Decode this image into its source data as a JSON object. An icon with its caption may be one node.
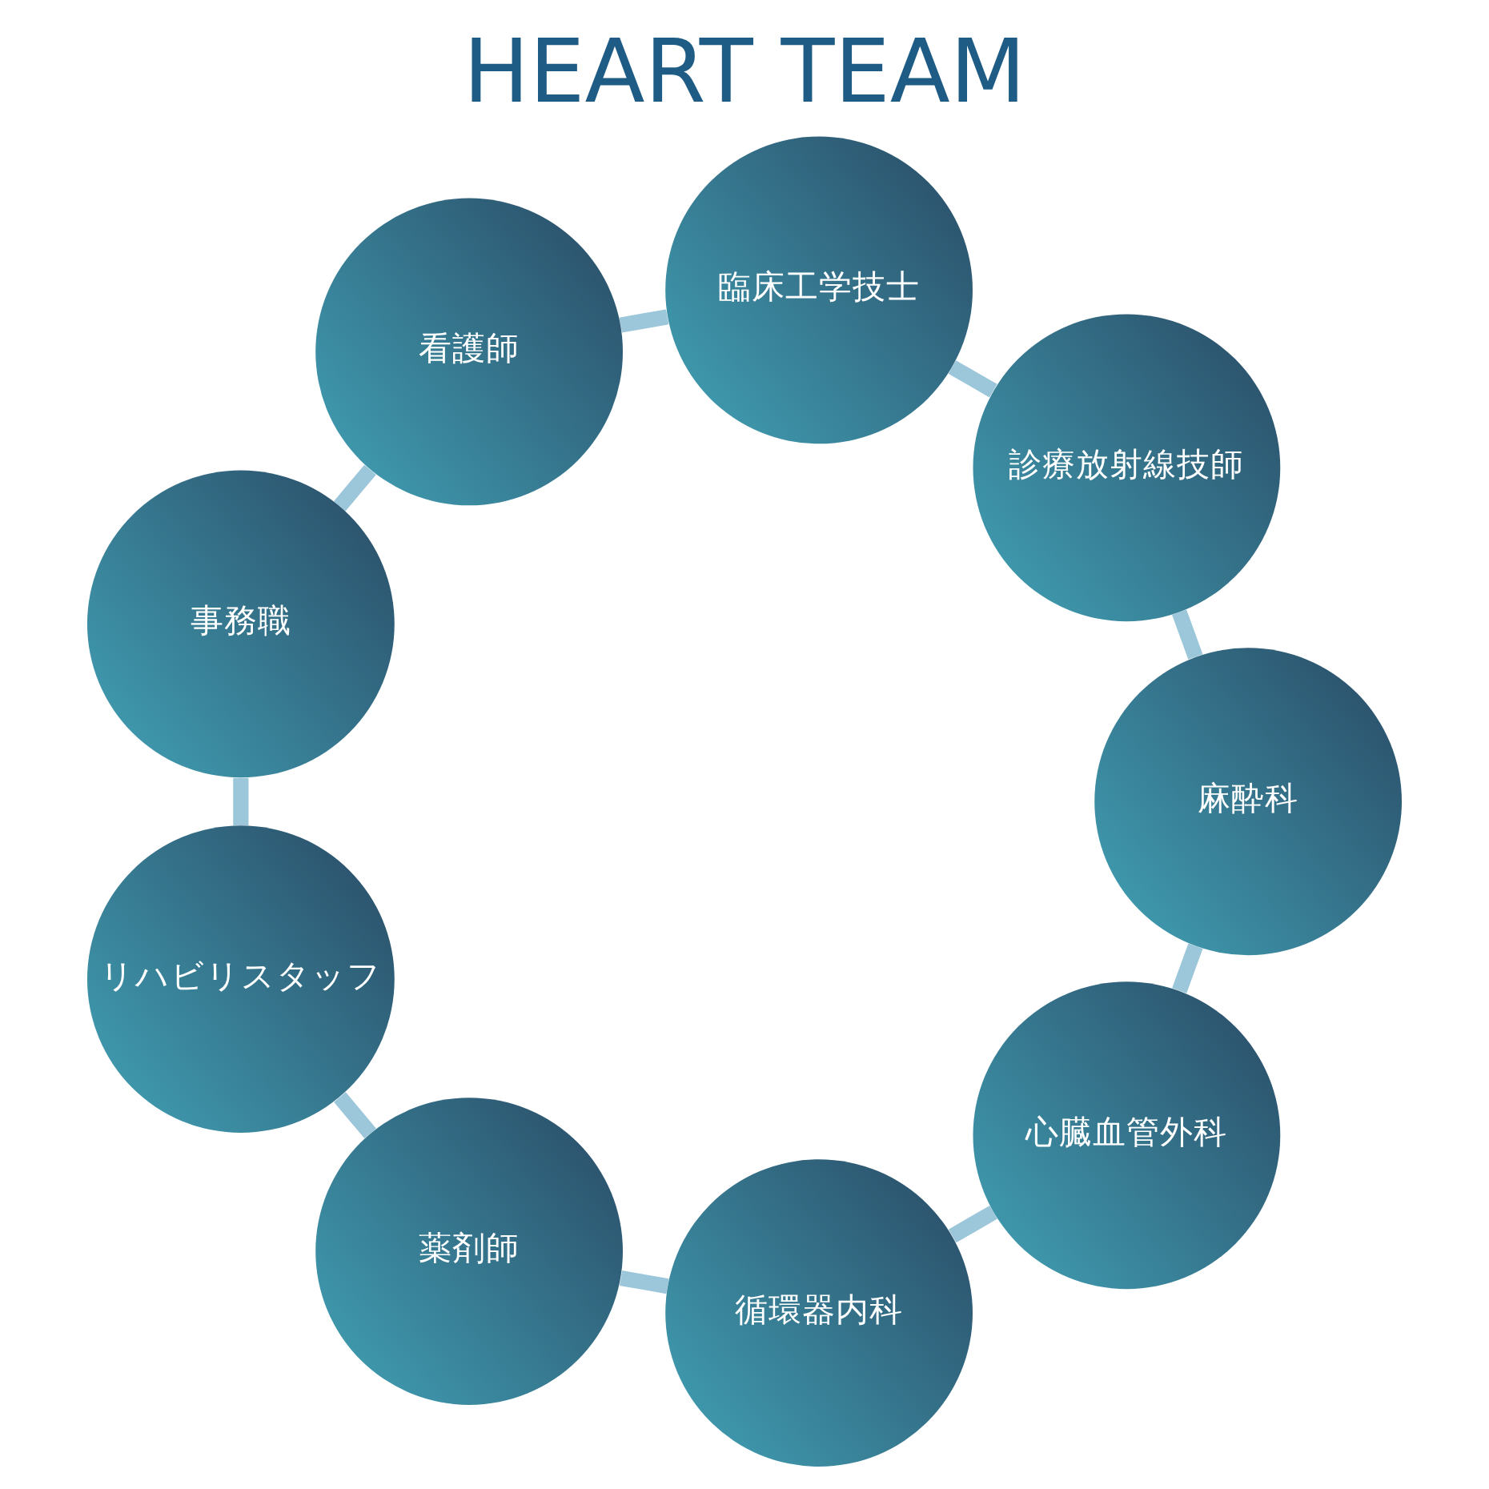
{
  "diagram": {
    "title": "HEART TEAM",
    "nodes": [
      {
        "text": [
          "心臓血管外科"
        ]
      },
      {
        "text": [
          "循環器内科"
        ]
      },
      {
        "text": [
          "薬剤師"
        ]
      },
      {
        "text": [
          "リハビリスタッフ"
        ]
      },
      {
        "text": [
          "事務職"
        ]
      },
      {
        "text": [
          "看護師"
        ]
      },
      {
        "text": [
          "臨床工学技士"
        ]
      },
      {
        "text": [
          "診療放射線技師"
        ]
      },
      {
        "text": [
          "麻酔科"
        ]
      }
    ],
    "edges": [
      {
        "from": 0,
        "to": 1,
        "arrow": "none"
      },
      {
        "from": 1,
        "to": 2,
        "arrow": "none"
      },
      {
        "from": 2,
        "to": 3,
        "arrow": "none"
      },
      {
        "from": 3,
        "to": 4,
        "arrow": "none"
      },
      {
        "from": 4,
        "to": 5,
        "arrow": "none"
      },
      {
        "from": 5,
        "to": 6,
        "arrow": "none"
      },
      {
        "from": 6,
        "to": 7,
        "arrow": "none"
      },
      {
        "from": 7,
        "to": 8,
        "arrow": "none"
      },
      {
        "from": 8,
        "to": 0,
        "arrow": "none"
      }
    ]
  }
}
